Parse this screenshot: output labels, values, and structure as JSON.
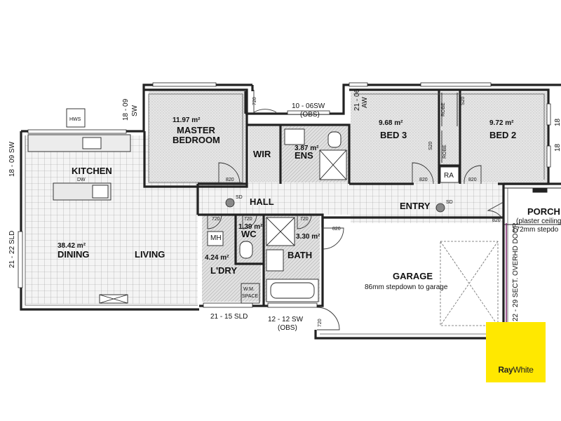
{
  "colors": {
    "wall": "#222222",
    "floor_tile": "#bdbdbd",
    "floor_room": "#d6d6d6",
    "logo_bg": "#ffe800"
  },
  "rooms": {
    "master_bedroom": {
      "name_line1": "MASTER",
      "name_line2": "BEDROOM",
      "area": "11.97 m²"
    },
    "wir": {
      "name": "WIR"
    },
    "ens": {
      "name": "ENS",
      "area": "3.87 m²"
    },
    "bed3": {
      "name": "BED 3",
      "area": "9.68 m²"
    },
    "bed2": {
      "name": "BED 2",
      "area": "9.72 m²"
    },
    "kitchen": {
      "name": "KITCHEN",
      "fixture": "DW"
    },
    "hall": {
      "name": "HALL"
    },
    "entry": {
      "name": "ENTRY"
    },
    "porch": {
      "name": "PORCH",
      "note_line1": "(plaster ceiling",
      "note_line2": "172mm stepdo"
    },
    "dining": {
      "name": "DINING",
      "area": "38.42 m²"
    },
    "living": {
      "name": "LIVING"
    },
    "laundry": {
      "name": "L'DRY",
      "area": "4.24 m²",
      "mh": "MH",
      "wm_line1": "W.M.",
      "wm_line2": "SPACE"
    },
    "wc": {
      "name": "WC",
      "area": "1.39 m²"
    },
    "bath": {
      "name": "BATH",
      "area": "3.30 m²"
    },
    "garage": {
      "name": "GARAGE",
      "note": "86mm stepdown to garage"
    },
    "robe_left": {
      "name": "ROBE"
    },
    "robe_right": {
      "name": "ROBE"
    },
    "ra": {
      "name": "RA"
    },
    "hws": {
      "name": "HWS"
    }
  },
  "dimensions": {
    "master_window_line1": "18 - 09",
    "master_window_line2": "SW",
    "ens_window_line1": "10 - 06SW",
    "ens_window_line2": "(OBS)",
    "bed3_window_line1": "21 - 06",
    "bed3_window_line2": "AW",
    "kitchen_window": "18 - 09 SW",
    "dining_door": "21 - 22 SLD",
    "living_door": "21 - 15 SLD",
    "bath_window_line1": "12 - 12 SW",
    "bath_window_line2": "(OBS)",
    "garage_door": "22 - 29 SECT. OVERHD DOOR",
    "bed2_window_a": "18",
    "bed2_window_b": "18",
    "door_820": "820",
    "door_720": "720",
    "sd": "SD",
    "s20": "S20"
  },
  "logo": {
    "part1": "Ray",
    "part2": "White"
  }
}
